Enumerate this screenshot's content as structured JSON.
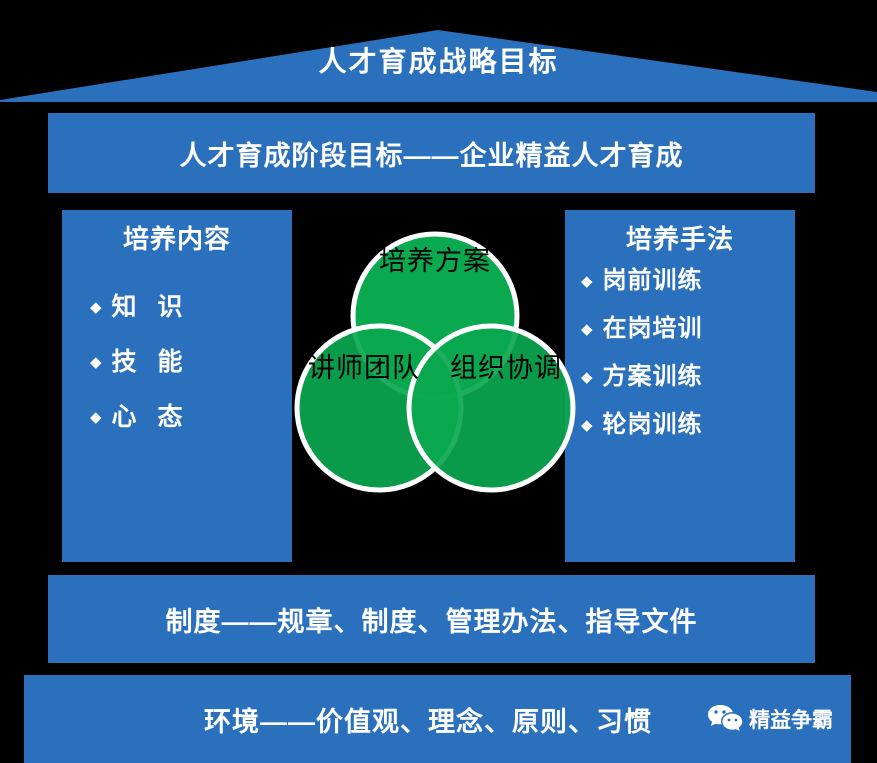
{
  "colors": {
    "background": "#000000",
    "blue": "#2a70bd",
    "green": "#0aa84f",
    "text_light": "#ffffff",
    "text_dark": "#000000"
  },
  "roof": {
    "title": "人才育成战略目标"
  },
  "header_banner": {
    "text": "人才育成阶段目标——企业精益人才育成"
  },
  "pillars": {
    "left": {
      "title": "培养内容",
      "bullet": "◆",
      "items": [
        {
          "label": "知 识"
        },
        {
          "label": "技 能"
        },
        {
          "label": "心 态"
        }
      ]
    },
    "right": {
      "title": "培养手法",
      "bullet": "◆",
      "items": [
        {
          "label": "岗前训练"
        },
        {
          "label": "在岗培训"
        },
        {
          "label": "方案训练"
        },
        {
          "label": "轮岗训练"
        }
      ]
    }
  },
  "venn": {
    "circles": [
      {
        "position": "top",
        "label": "培养方案"
      },
      {
        "position": "bottom-left",
        "label": "讲师团队"
      },
      {
        "position": "bottom-right",
        "label": "组织协调"
      }
    ]
  },
  "system_banner": {
    "text": "制度——规章、制度、管理办法、指导文件"
  },
  "environment_banner": {
    "text": "环境——价值观、理念、原则、习惯"
  },
  "watermark": {
    "icon": "wechat-icon",
    "label": "精益争霸"
  }
}
